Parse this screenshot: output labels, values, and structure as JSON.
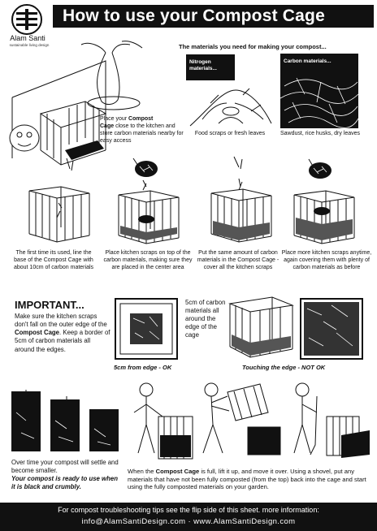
{
  "header": {
    "title": "How to use your Compost Cage"
  },
  "brand": {
    "name": "Alam Santi",
    "tagline": "sustainable living design"
  },
  "intro": {
    "caption_bold_1": "Compost",
    "caption_bold_2": "Cage",
    "caption_pre": "Place your ",
    "caption_post": " close to the kitchen and store carbon materials nearby for easy access"
  },
  "materials": {
    "title": "The materials you need for making your compost...",
    "nitrogen_label": "Nitrogen materials...",
    "carbon_label": "Carbon materials...",
    "nitrogen_caption": "Food scraps or fresh leaves",
    "carbon_caption": "Sawdust, rice husks, dry leaves"
  },
  "steps": [
    {
      "text": "The first time its used, line the base of the Compost Cage with about 10cm of carbon materials"
    },
    {
      "text": "Place kitchen scraps on top of the carbon materials, making sure they are placed in the center area"
    },
    {
      "text": "Put the same amount of carbon materials in the Compost Cage - cover all the kitchen scraps"
    },
    {
      "text": "Place more kitchen scraps anytime, again covering them with plenty of carbon materials as before"
    }
  ],
  "important": {
    "heading": "IMPORTANT...",
    "text_pre": "Make sure the kitchen scraps don't fall on the outer edge of the ",
    "text_bold": "Compost Cage",
    "text_post": ". Keep a border of 5cm of carbon materials all around the edges.",
    "border_note": "5cm of carbon materials all around the edge of the cage",
    "ok_caption": "5cm from edge - OK",
    "notok_caption": "Touching the edge - NOT OK"
  },
  "settle": {
    "text": "Over time your compost will settle and become smaller.",
    "bold_italic": "Your compost is ready to use when it is black and crumbly."
  },
  "move": {
    "pre": "When the ",
    "bold": "Compost Cage",
    "post": " is full, lift it up, and move it over. Using a shovel, put any materials that have not been fully composted (from the top) back into the cage and start using the fully composted materials on your garden."
  },
  "footer": {
    "line1": "For compost troubleshooting tips see the flip side of this sheet. more information:",
    "line2": "info@AlamSantiDesign.com  ·  www.AlamSantiDesign.com"
  }
}
